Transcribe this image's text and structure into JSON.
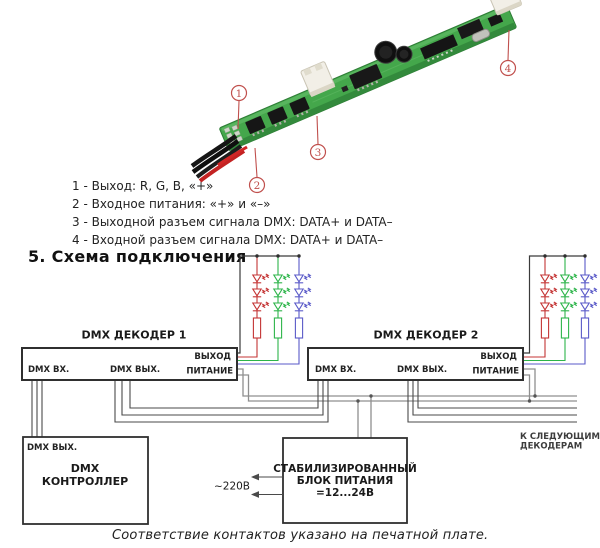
{
  "photo": {
    "callout_1": "1",
    "callout_2": "2",
    "callout_3": "3",
    "callout_4": "4"
  },
  "legend": {
    "item_1": "1 - Выход: R, G, B, «+»",
    "item_2": "2 - Входное питания: «+» и «–»",
    "item_3": "3 - Выходной разъем сигнала DMX: DATA+ и DATA–",
    "item_4": "4 - Входной разъем сигнала DMX: DATA+ и DATA–"
  },
  "heading": "5. Схема подключения",
  "diagram": {
    "decoder1_title": "DMX ДЕКОДЕР 1",
    "decoder2_title": "DMX ДЕКОДЕР 2",
    "ports": {
      "dmx_in": "DMX ВХ.",
      "dmx_out": "DMX ВЫХ.",
      "output": "ВЫХОД",
      "power": "ПИТАНИЕ"
    },
    "controller": {
      "port": "DMX ВЫХ.",
      "name_line1": "DMX",
      "name_line2": "КОНТРОЛЛЕР"
    },
    "psu": {
      "name_line1": "СТАБИЛИЗИРОВАННЫЙ",
      "name_line2": "БЛОК ПИТАНИЯ",
      "name_line3": "=12...24В",
      "mains": "~220В"
    },
    "next_decoders_line1": "К СЛЕДУЮЩИМ",
    "next_decoders_line2": "ДЕКОДЕРАМ"
  },
  "caption": "Соответствие контактов указано на печатной плате.",
  "colors": {
    "led_red": "#c43434",
    "led_green": "#2db44a",
    "led_blue": "#5a5ac8",
    "wire": "#4a4a4a",
    "power_bus": "#8f8f8f",
    "callout": "#c0504d",
    "pcb_green": "#44a74b"
  }
}
